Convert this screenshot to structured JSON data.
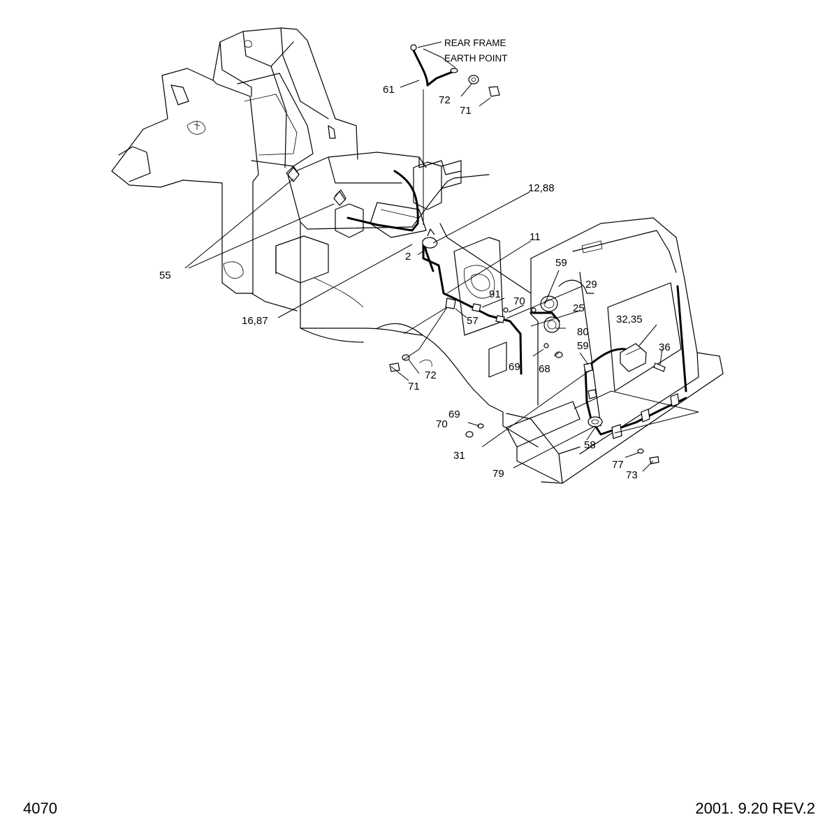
{
  "footer": {
    "page_code": "4070",
    "date_rev": "2001. 9.20  REV.2"
  },
  "notes": {
    "line1": "REAR FRAME",
    "line2": "EARTH POINT"
  },
  "callouts": {
    "c61": "61",
    "c72a": "72",
    "c71a": "71",
    "c12_88": "12,88",
    "c11": "11",
    "c55": "55",
    "c2": "2",
    "c16_87": "16,87",
    "c59a": "59",
    "c29": "29",
    "c91": "91",
    "c70a": "70",
    "c25": "25",
    "c57": "57",
    "c80": "80",
    "c32_35": "32,35",
    "c59b": "59",
    "c36": "36",
    "c69a": "69",
    "c68": "68",
    "c72b": "72",
    "c71b": "71",
    "c69b": "69",
    "c70b": "70",
    "c31": "31",
    "c58": "58",
    "c79": "79",
    "c77": "77",
    "c73": "73"
  }
}
